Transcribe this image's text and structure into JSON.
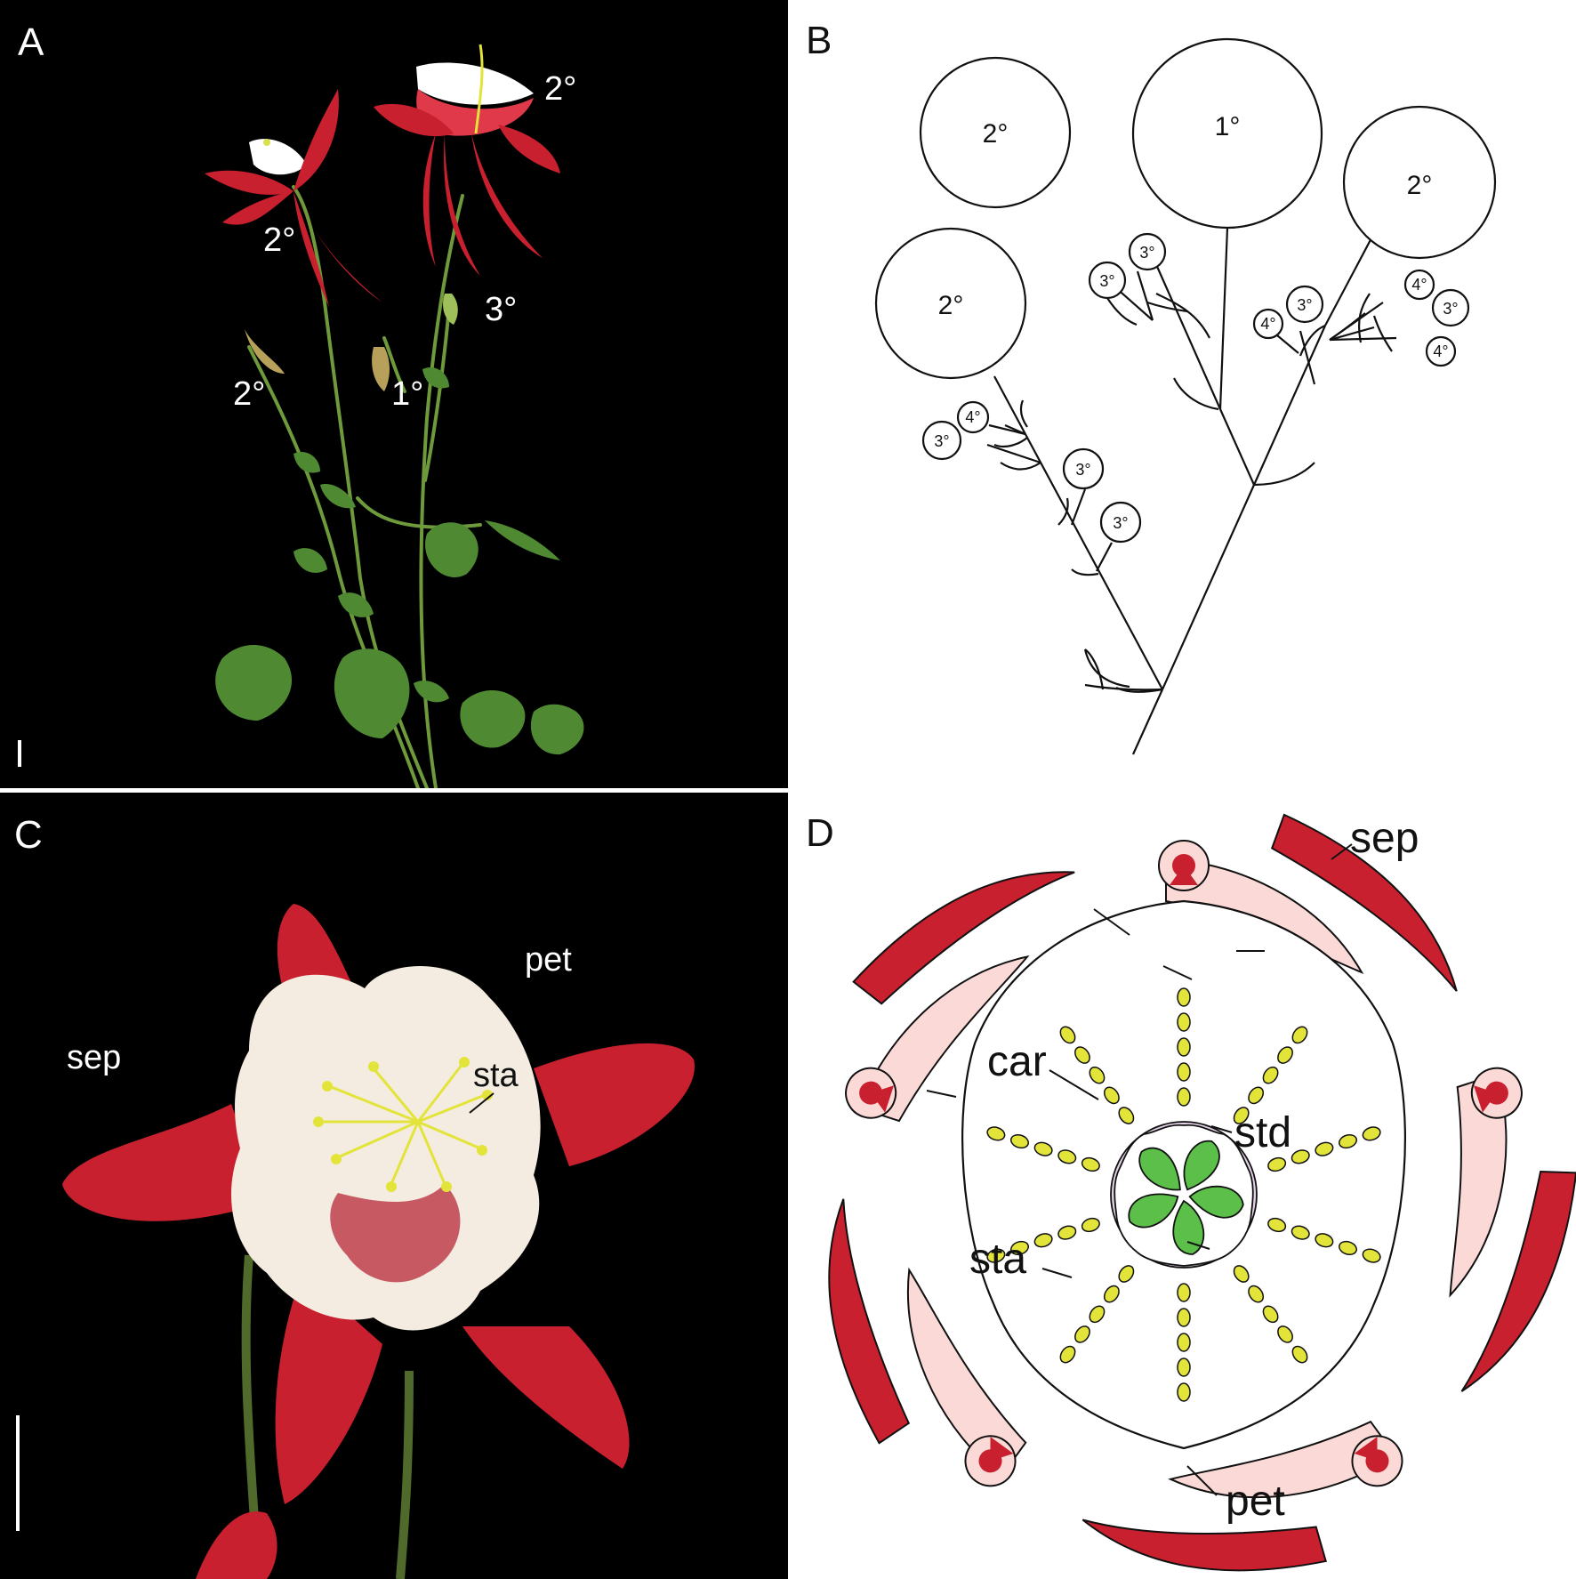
{
  "panels": {
    "a": {
      "letter": "A",
      "labels": {
        "flower_left": "2°",
        "flower_right": "2°",
        "bud_left": "2°",
        "bud_center": "1°",
        "bud_right": "3°"
      }
    },
    "b": {
      "letter": "B",
      "nodes": {
        "primary": "1°",
        "left_big": "2°",
        "left_top": "2°",
        "right_top": "2°",
        "c_small_1": "3°",
        "c_small_2": "3°",
        "r_small_1": "4°",
        "r_small_2": "3°",
        "r_small_3": "4°",
        "r_small_4": "3°",
        "r_small_5": "4°",
        "l_small_1": "3°",
        "l_small_2": "4°",
        "l_small_3": "3°",
        "l_small_4": "3°"
      }
    },
    "c": {
      "letter": "C",
      "labels": {
        "sep": "sep",
        "pet": "pet",
        "sta": "sta"
      }
    },
    "d": {
      "letter": "D",
      "labels": {
        "sep": "sep",
        "car": "car",
        "std": "std",
        "sta": "sta",
        "pet": "pet"
      }
    }
  },
  "colors": {
    "sepal_red": "#c8202e",
    "petal_pink": "#fbd9d6",
    "carpel_green": "#5bbf4a",
    "stamen_yellow": "#e3e43a",
    "staminode_lavender": "#e2d1e6",
    "leaf_green": "#4f8a33",
    "stem_green": "#6f9a3c"
  }
}
